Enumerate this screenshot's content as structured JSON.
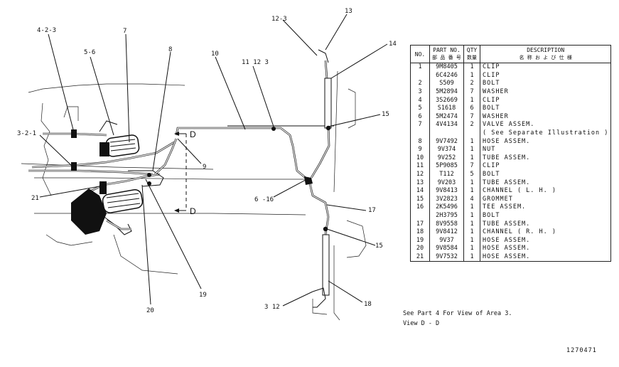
{
  "callouts": {
    "c_4_2_3": "4-2-3",
    "c_5_6": "5-6",
    "c_7": "7",
    "c_8": "8",
    "c_10": "10",
    "c_11_12_3": "11 12 3",
    "c_12_3": "12-3",
    "c_13": "13",
    "c_14": "14",
    "c_15a": "15",
    "c_15b": "15",
    "c_3_2_1": "3-2-1",
    "c_9": "9",
    "c_6_16": "6 -16",
    "c_17": "17",
    "c_21": "21",
    "c_19": "19",
    "c_20": "20",
    "c_3_12": "3 12",
    "c_18": "18",
    "view_d_top": "D",
    "view_d_bottom": "D"
  },
  "parts_table": {
    "headers": {
      "no": "NO.",
      "part_no": "PART NO.",
      "part_no_sub": "部 品 番 号",
      "qty": "QTY",
      "qty_sub": "数量",
      "description": "DESCRIPTION",
      "description_sub": "名 称 お よ び 仕 様"
    },
    "rows": [
      {
        "no": "1",
        "part_no": "9M8405",
        "qty": "1",
        "desc": "CLIP"
      },
      {
        "no": "",
        "part_no": "6C4246",
        "qty": "1",
        "desc": "CLIP"
      },
      {
        "no": "2",
        "part_no": "S509",
        "qty": "2",
        "desc": "BOLT"
      },
      {
        "no": "3",
        "part_no": "5M2894",
        "qty": "7",
        "desc": "WASHER"
      },
      {
        "no": "4",
        "part_no": "3S2669",
        "qty": "1",
        "desc": "CLIP"
      },
      {
        "no": "5",
        "part_no": "S1618",
        "qty": "6",
        "desc": "BOLT"
      },
      {
        "no": "6",
        "part_no": "5M2474",
        "qty": "7",
        "desc": "WASHER"
      },
      {
        "no": "7",
        "part_no": "4V4134",
        "qty": "2",
        "desc": "VALVE ASSEM."
      },
      {
        "no": "",
        "part_no": "",
        "qty": "",
        "desc": "( See Separate Illustration )"
      },
      {
        "no": "8",
        "part_no": "9V7492",
        "qty": "1",
        "desc": "HOSE ASSEM."
      },
      {
        "no": "9",
        "part_no": "9V374",
        "qty": "1",
        "desc": "NUT"
      },
      {
        "no": "10",
        "part_no": "9V252",
        "qty": "1",
        "desc": "TUBE ASSEM."
      },
      {
        "no": "11",
        "part_no": "5P9085",
        "qty": "7",
        "desc": "CLIP"
      },
      {
        "no": "12",
        "part_no": "T112",
        "qty": "5",
        "desc": "BOLT"
      },
      {
        "no": "13",
        "part_no": "9V203",
        "qty": "1",
        "desc": "TUBE ASSEM."
      },
      {
        "no": "14",
        "part_no": "9V8413",
        "qty": "1",
        "desc": "CHANNEL ( L. H. )"
      },
      {
        "no": "15",
        "part_no": "3V2823",
        "qty": "4",
        "desc": "GROMMET"
      },
      {
        "no": "16",
        "part_no": "2K5496",
        "qty": "1",
        "desc": "TEE ASSEM."
      },
      {
        "no": "",
        "part_no": "2H3795",
        "qty": "1",
        "desc": "BOLT"
      },
      {
        "no": "17",
        "part_no": "8V9558",
        "qty": "1",
        "desc": "TUBE ASSEM."
      },
      {
        "no": "18",
        "part_no": "9V8412",
        "qty": "1",
        "desc": "CHANNEL ( R. H. )"
      },
      {
        "no": "19",
        "part_no": "9V37",
        "qty": "1",
        "desc": "HOSE ASSEM."
      },
      {
        "no": "20",
        "part_no": "9V8584",
        "qty": "1",
        "desc": "HOSE ASSEM."
      },
      {
        "no": "21",
        "part_no": "9V7532",
        "qty": "1",
        "desc": "HOSE ASSEM."
      }
    ]
  },
  "notes": {
    "note1": "See Part 4 For View of Area 3.",
    "note2": "View D - D"
  },
  "drawing_number": "1270471"
}
